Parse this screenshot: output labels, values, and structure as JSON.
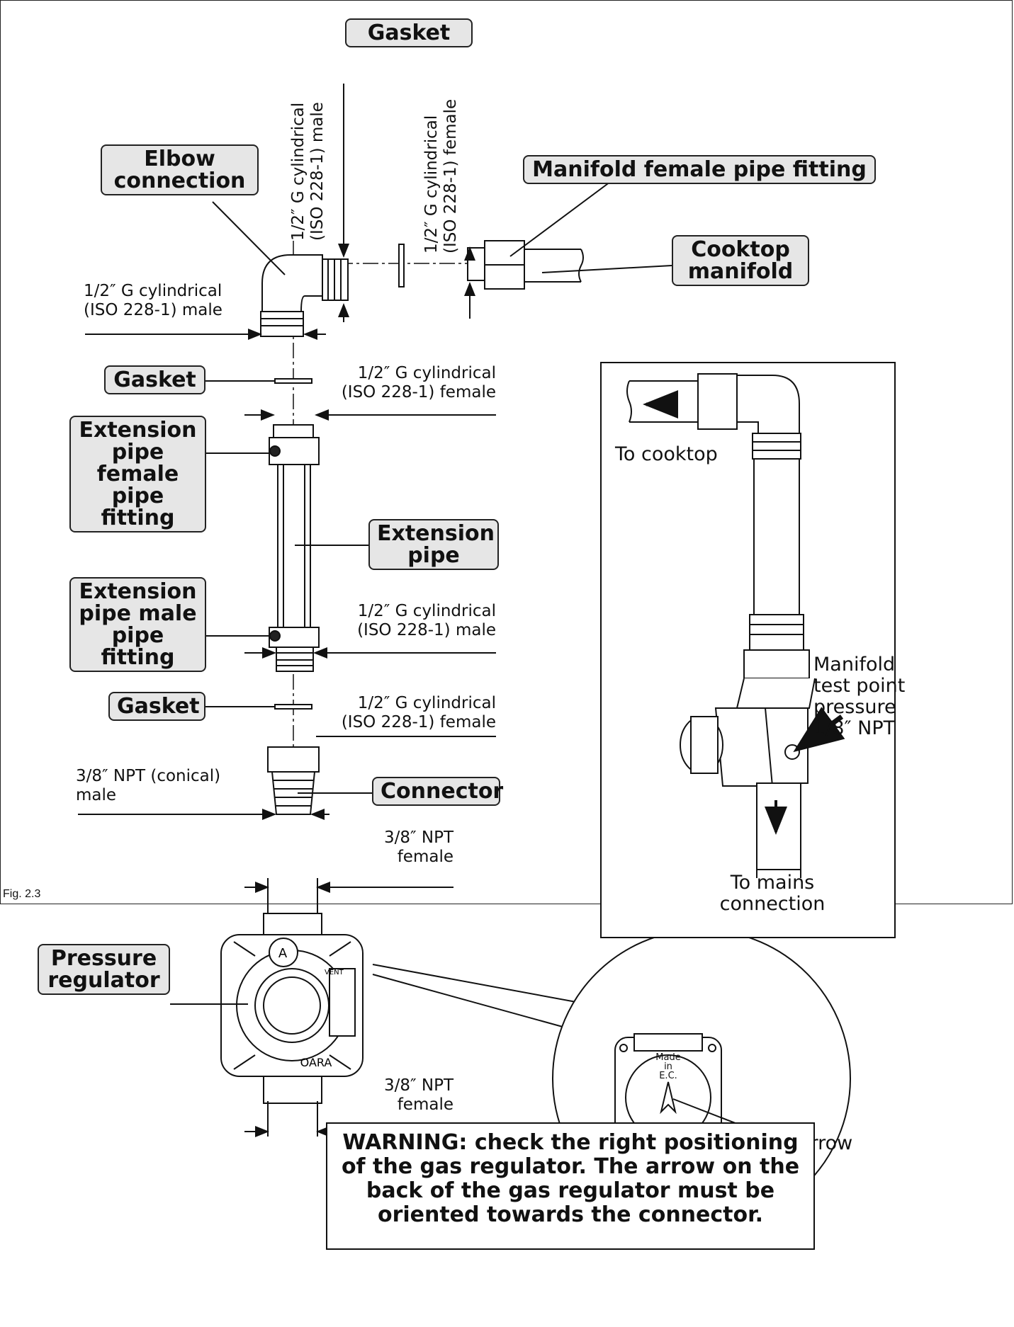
{
  "figure": {
    "label": "Fig. 2.3"
  },
  "callouts": {
    "gasket_top": "Gasket",
    "elbow": "Elbow\nconnection",
    "manifold_fitting": "Manifold female pipe fitting",
    "cooktop_manifold": "Cooktop\nmanifold",
    "gasket_1": "Gasket",
    "ext_female": "Extension\npipe female\npipe fitting",
    "ext_pipe": "Extension\npipe",
    "ext_male": "Extension\npipe male\npipe fitting",
    "gasket_2": "Gasket",
    "connector": "Connector",
    "pressure_regulator": "Pressure\nregulator"
  },
  "dimensions": {
    "elbow_vertical_male": "1/2″ G cylindrical\n(ISO 228-1) male",
    "manifold_vertical_female": "1/2″ G cylindrical\n(ISO 228-1) female",
    "elbow_bottom_male": "1/2″ G cylindrical\n(ISO 228-1) male",
    "gasket1_female": "1/2″ G cylindrical\n(ISO 228-1) female",
    "ext_male_thread": "1/2″ G cylindrical\n(ISO 228-1) male",
    "gasket2_female": "1/2″ G cylindrical\n(ISO 228-1) female",
    "connector_npt": "3/8″ NPT (conical)\nmale",
    "regulator_top": "3/8″ NPT\nfemale",
    "regulator_bottom": "3/8″ NPT\nfemale"
  },
  "inset": {
    "to_cooktop": "To cooktop",
    "test_point": "Manifold\ntest point\npressure\n1/8″ NPT",
    "to_mains": "To mains\nconnection"
  },
  "regulator_markings": {
    "front_letter": "A",
    "vent": "VENT",
    "brand": "OARA"
  },
  "detail": {
    "made_in": "Made\nin\nE.C.",
    "arrow_label": "Arrow"
  },
  "warning": "WARNING: check the right positioning of the gas regulator. The arrow on the back of the gas regulator must be oriented towards the connector."
}
